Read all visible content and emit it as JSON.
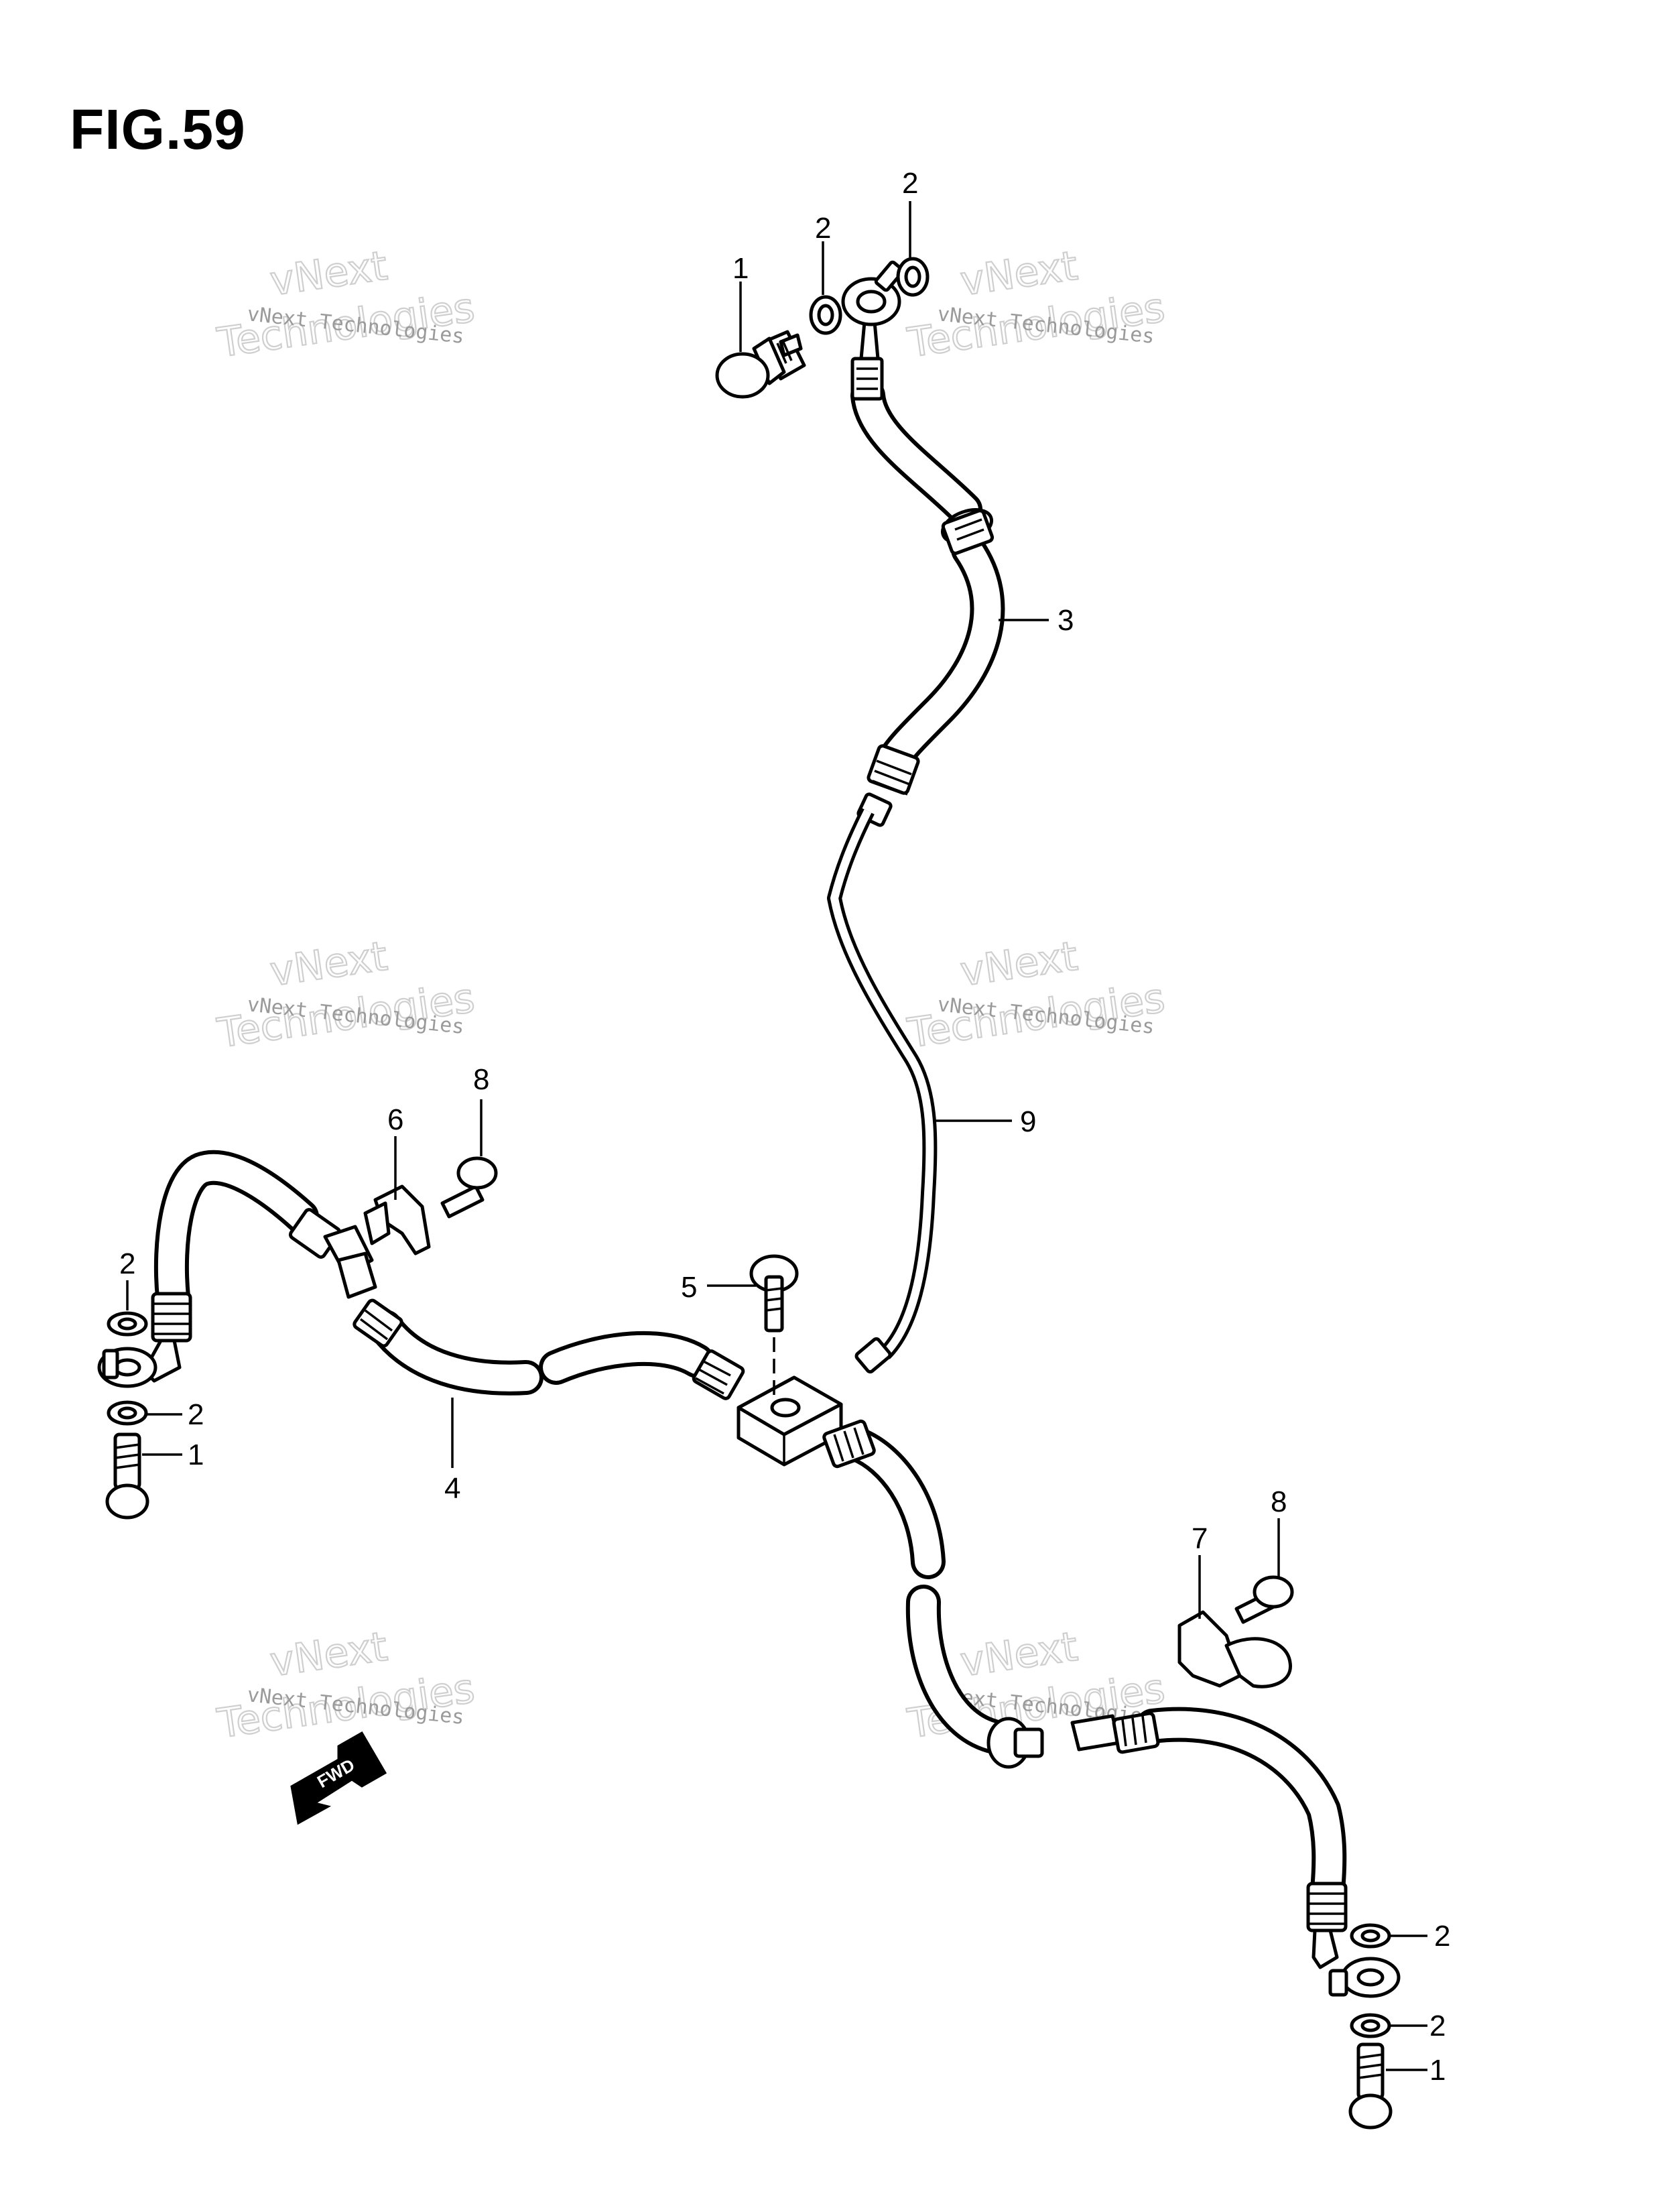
{
  "figure": {
    "title": "FIG.59"
  },
  "watermark": {
    "line1": "vNext",
    "line2": "Technologies",
    "small": "vNext Technologies",
    "color": "#c9c9c9"
  },
  "fwd_label": "FWD",
  "callouts": {
    "c1": "1",
    "c2": "2",
    "c3": "2",
    "c4": "3",
    "c5": "9",
    "c6": "6",
    "c7": "8",
    "c8": "2",
    "c9": "2",
    "c10": "1",
    "c11": "4",
    "c12": "5",
    "c13": "7",
    "c14": "8",
    "c15": "2",
    "c16": "2",
    "c17": "1"
  }
}
